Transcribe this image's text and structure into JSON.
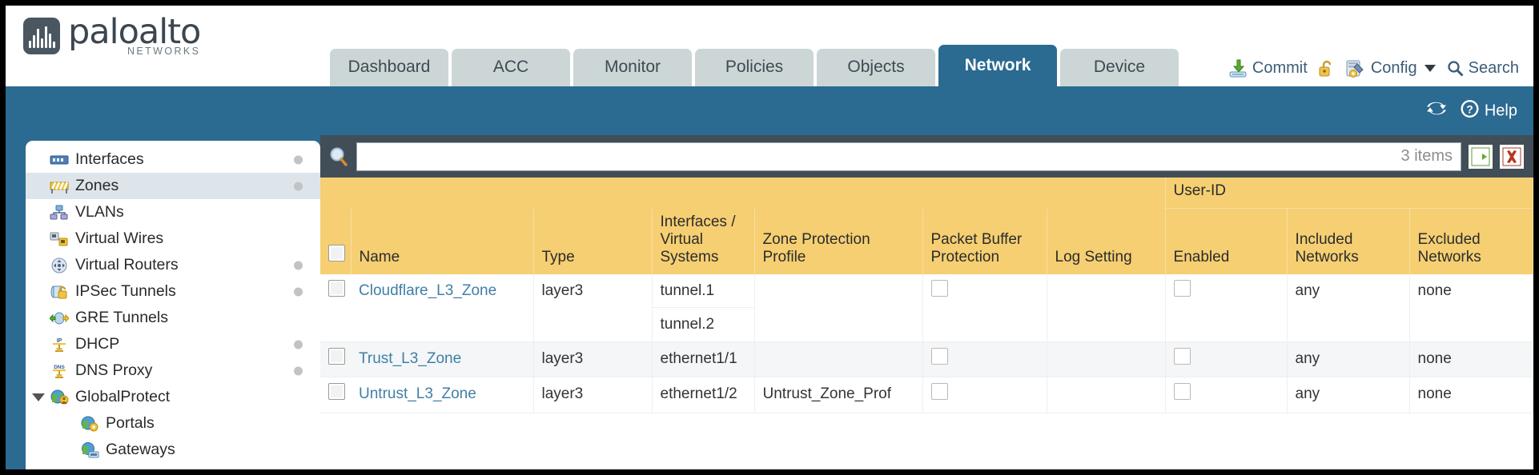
{
  "brand": {
    "name": "paloalto",
    "tagline": "NETWORKS",
    "mark": "paloalto-logo-mark"
  },
  "nav": {
    "tabs": [
      {
        "label": "Dashboard",
        "active": false
      },
      {
        "label": "ACC",
        "active": false
      },
      {
        "label": "Monitor",
        "active": false
      },
      {
        "label": "Policies",
        "active": false
      },
      {
        "label": "Objects",
        "active": false
      },
      {
        "label": "Network",
        "active": true
      },
      {
        "label": "Device",
        "active": false
      }
    ]
  },
  "header_actions": {
    "commit": "Commit",
    "lock": "",
    "config": "Config",
    "search": "Search"
  },
  "blue_bar": {
    "refresh": "",
    "help": "Help"
  },
  "sidebar": {
    "items": [
      {
        "label": "Interfaces",
        "icon": "interfaces-icon",
        "selected": false,
        "dot": true,
        "child": false,
        "expander": false
      },
      {
        "label": "Zones",
        "icon": "zones-icon",
        "selected": true,
        "dot": true,
        "child": false,
        "expander": false
      },
      {
        "label": "VLANs",
        "icon": "vlans-icon",
        "selected": false,
        "dot": false,
        "child": false,
        "expander": false
      },
      {
        "label": "Virtual Wires",
        "icon": "virtual-wires-icon",
        "selected": false,
        "dot": false,
        "child": false,
        "expander": false
      },
      {
        "label": "Virtual Routers",
        "icon": "virtual-routers-icon",
        "selected": false,
        "dot": true,
        "child": false,
        "expander": false
      },
      {
        "label": "IPSec Tunnels",
        "icon": "ipsec-tunnels-icon",
        "selected": false,
        "dot": true,
        "child": false,
        "expander": false
      },
      {
        "label": "GRE Tunnels",
        "icon": "gre-tunnels-icon",
        "selected": false,
        "dot": false,
        "child": false,
        "expander": false
      },
      {
        "label": "DHCP",
        "icon": "dhcp-icon",
        "selected": false,
        "dot": true,
        "child": false,
        "expander": false
      },
      {
        "label": "DNS Proxy",
        "icon": "dns-proxy-icon",
        "selected": false,
        "dot": true,
        "child": false,
        "expander": false
      },
      {
        "label": "GlobalProtect",
        "icon": "globalprotect-icon",
        "selected": false,
        "dot": false,
        "child": false,
        "expander": true
      },
      {
        "label": "Portals",
        "icon": "portals-icon",
        "selected": false,
        "dot": false,
        "child": true,
        "expander": false
      },
      {
        "label": "Gateways",
        "icon": "gateways-icon",
        "selected": false,
        "dot": false,
        "child": true,
        "expander": false
      }
    ]
  },
  "search": {
    "value": "",
    "placeholder": "",
    "item_count": "3 items",
    "apply_label": "",
    "clear_label": ""
  },
  "table": {
    "group_header": "User-ID",
    "columns": [
      "Name",
      "Type",
      "Interfaces / Virtual Systems",
      "Zone Protection Profile",
      "Packet Buffer Protection",
      "Log Setting",
      "Enabled",
      "Included Networks",
      "Excluded Networks"
    ],
    "rows": [
      {
        "selected": false,
        "name": "Cloudflare_L3_Zone",
        "type": "layer3",
        "interfaces": [
          "tunnel.1",
          "tunnel.2"
        ],
        "zone_protection_profile": "",
        "packet_buffer_protection": false,
        "log_setting": "",
        "userid_enabled": false,
        "included_networks": "any",
        "excluded_networks": "none"
      },
      {
        "selected": false,
        "name": "Trust_L3_Zone",
        "type": "layer3",
        "interfaces": [
          "ethernet1/1"
        ],
        "zone_protection_profile": "",
        "packet_buffer_protection": false,
        "log_setting": "",
        "userid_enabled": false,
        "included_networks": "any",
        "excluded_networks": "none"
      },
      {
        "selected": false,
        "name": "Untrust_L3_Zone",
        "type": "layer3",
        "interfaces": [
          "ethernet1/2"
        ],
        "zone_protection_profile": "Untrust_Zone_Prof",
        "packet_buffer_protection": false,
        "log_setting": "",
        "userid_enabled": false,
        "included_networks": "any",
        "excluded_networks": "none"
      }
    ]
  },
  "colors": {
    "brand_blue": "#2b6a91",
    "header_yellow": "#f5cf72",
    "group_yellow": "#e0b44a",
    "panel_dark": "#414e58",
    "tab_inactive": "#ccd6d6",
    "link": "#3f7fa6"
  }
}
